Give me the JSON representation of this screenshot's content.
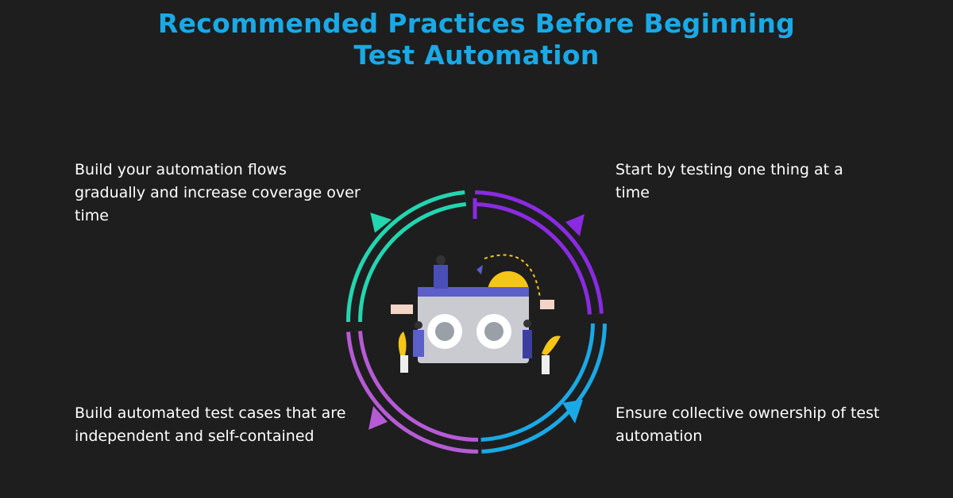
{
  "title": {
    "line1": "Recommended Practices Before Beginning",
    "line2": "Test Automation"
  },
  "practices": {
    "top_left": "Build your automation flows gradually and increase coverage over time",
    "top_right": "Start by testing one thing at a time",
    "bottom_left": "Build automated test cases that are independent and self-contained",
    "bottom_right": "Ensure collective ownership of test automation"
  },
  "colors": {
    "background": "#1e1e1e",
    "title": "#1aa9e6",
    "text": "#ffffff",
    "arc_top_right": "#8a2be2",
    "arc_bottom_right": "#19a9e6",
    "arc_bottom_left": "#b65bd6",
    "arc_top_left": "#22d6b0"
  },
  "icons": {
    "center": "team-automation-illustration",
    "arrows": "cycle-arrows"
  }
}
